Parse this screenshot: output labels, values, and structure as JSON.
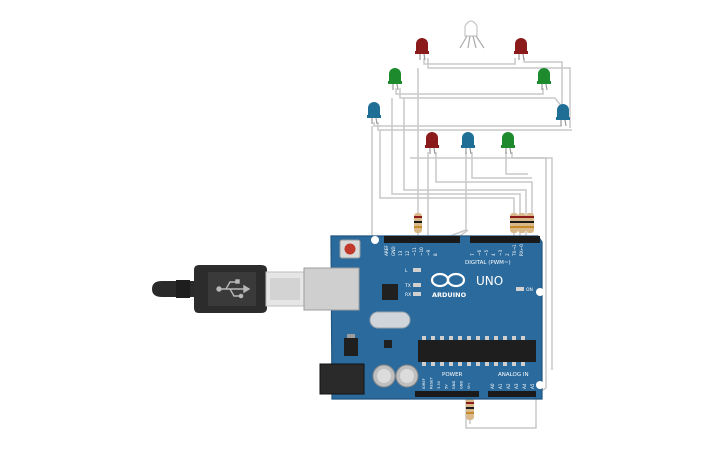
{
  "board": {
    "brand": "UNO",
    "logo_text": "ARDUINO",
    "digital_header_label": "DIGITAL (PWM~)",
    "power_label": "POWER",
    "analog_label": "ANALOG IN",
    "on_label": "ON",
    "indicators": [
      "L",
      "TX",
      "RX"
    ],
    "top_pins": [
      "AREF",
      "GND",
      "13",
      "12",
      "~11",
      "~10",
      "~9",
      "8",
      "7",
      "~6",
      "~5",
      "4",
      "~3",
      "2",
      "TX→1",
      "RX←0"
    ],
    "power_pins": [
      "IOREF",
      "RESET",
      "3.3V",
      "5V",
      "GND",
      "GND",
      "Vin"
    ],
    "analog_pins": [
      "A0",
      "A1",
      "A2",
      "A3",
      "A4",
      "A5"
    ]
  },
  "components": {
    "leds": [
      {
        "name": "led-red-1",
        "color": "#8b1a1a"
      },
      {
        "name": "led-red-2",
        "color": "#8b1a1a"
      },
      {
        "name": "led-green-1",
        "color": "#1e8a2e"
      },
      {
        "name": "led-green-2",
        "color": "#1e8a2e"
      },
      {
        "name": "led-blue-1",
        "color": "#1f6e96"
      },
      {
        "name": "led-blue-2",
        "color": "#1f6e96"
      },
      {
        "name": "led-red-3",
        "color": "#8b1a1a"
      },
      {
        "name": "led-blue-3",
        "color": "#1f6e96"
      },
      {
        "name": "led-green-3",
        "color": "#1e8a2e"
      }
    ],
    "rgb_led": {
      "name": "rgb-led",
      "color": "#ffffff"
    },
    "resistor_count": 5
  },
  "colors": {
    "board": "#2b6a9c",
    "board_dark": "#1f5580",
    "wire": "#c8c8c8",
    "usb_cable": "#2a2a2a"
  }
}
